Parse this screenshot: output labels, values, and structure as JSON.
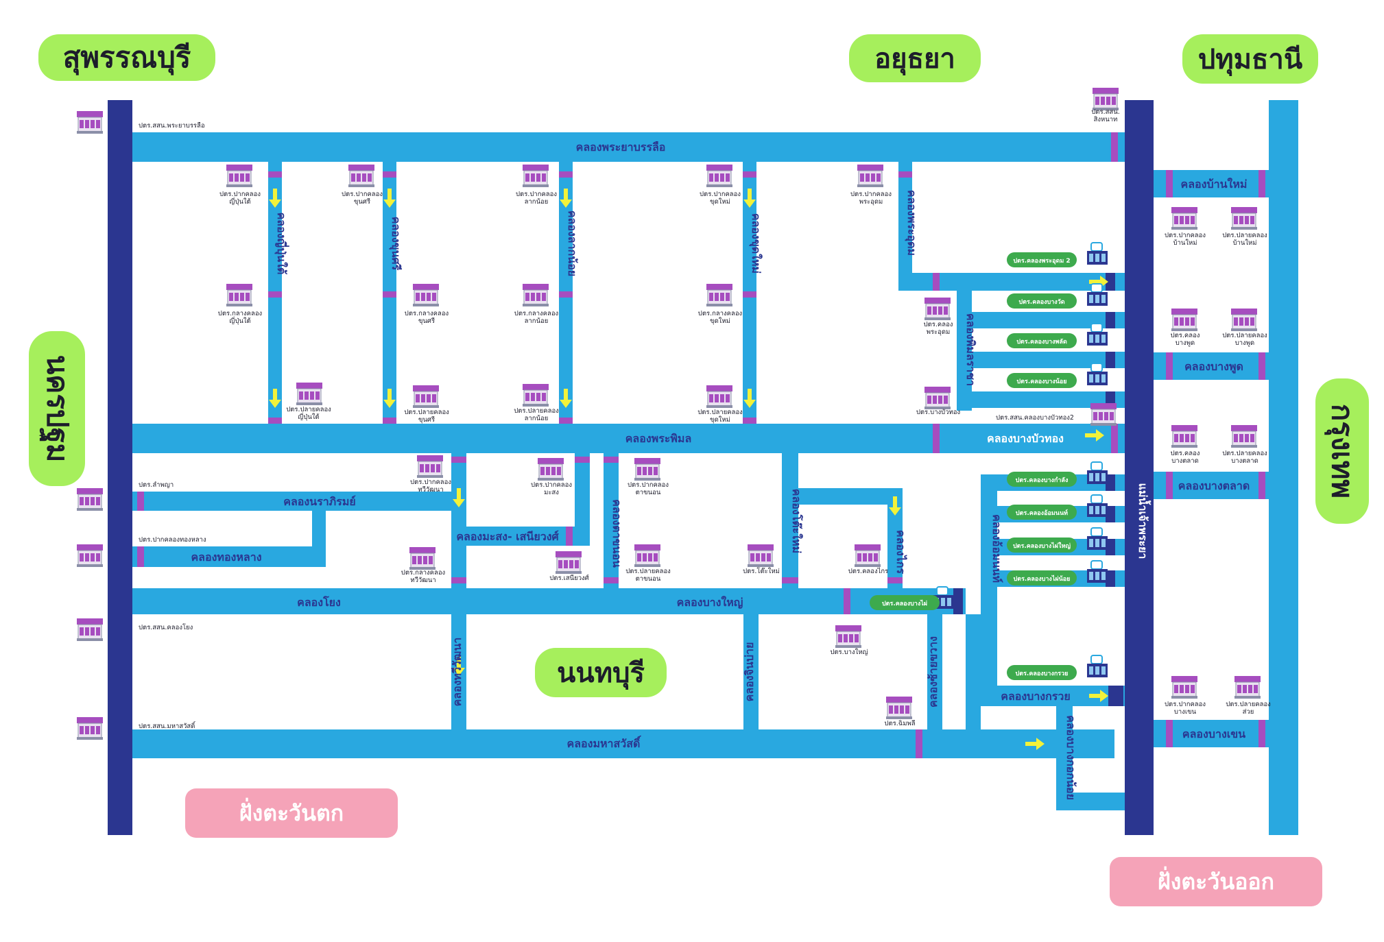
{
  "provinces": {
    "suphan": "สุพรรณบุรี",
    "ayutthaya": "อยุธยา",
    "pathum": "ปทุมธานี",
    "nakhonpathom": "นครปฐม",
    "bangkok": "กรุงเทพ",
    "nonthaburi": "นนทบุรี"
  },
  "sides": {
    "west": "ฝั่งตะวันตก",
    "east": "ฝั่งตะวันออก"
  },
  "rivers": {
    "chao_phraya": "แม่น้ำเจ้าพระยา"
  },
  "canals": {
    "phraya_banlue": "คลองพระยาบรรลือ",
    "phra_phimon": "คลองพระพิมล",
    "bang_bua_thong": "คลองบางบัวทอง",
    "narathirom": "คลองนราภิรมย์",
    "thong_lang": "คลองทองหลาง",
    "masong": "คลองมะสง- เสนียวงศ์",
    "yong": "คลองโยง",
    "bang_yai": "คลองบางใหญ่",
    "mahasawat": "คลองมหาสวัสดิ์",
    "yipun_tai": "คลองญี่ปุ่นใต้",
    "khun_si": "คลองขุนศรี",
    "lak_noi": "คลองลากน้อย",
    "chut_mai": "คลองขุดใหม่",
    "phra_udom": "คลองพระอุดม",
    "phimon_rachaa": "คลองพิมลราชา",
    "om_non": "คลองอ้อมนนท์",
    "tha_khanon": "คลองตาขนอน",
    "to_mai": "คลองโต๊ะใหม่",
    "thawiwatthana": "คลองทวีวัฒนา",
    "chin_bai": "คลองจินบ่าย",
    "sai_khwang": "คลองซ้ายขวาง",
    "bang_khrua": "คลองบางกรวย",
    "bang_kok_noi": "คลองบางกอกน้อย",
    "krai": "คลองไกร",
    "ban_mai": "คลองบ้านใหม่",
    "bang_phut": "คลองบางพูด",
    "bang_talat": "คลองบางตลาด",
    "bang_khen": "คลองบางเขน"
  },
  "stations": {
    "phraya_banlue": "ปตร.สสน.พระยาบรรลือ",
    "singhanat": "ปตร.สสน.\nสิงหนาท",
    "pak_yipun": "ปตร.ปากคลอง\nญี่ปุ่นใต้",
    "klang_yipun": "ปตร.กลางคลอง\nญี่ปุ่นใต้",
    "plai_yipun": "ปตร.ปลายคลอง\nญี่ปุ่นใต้",
    "pak_khunsi": "ปตร.ปากคลอง\nขุนศรี",
    "klang_khunsi": "ปตร.กลางคลอง\nขุนศรี",
    "plai_khunsi": "ปตร.ปลายคลอง\nขุนศรี",
    "pak_laknoi": "ปตร.ปากคลอง\nลากน้อย",
    "klang_laknoi": "ปตร.กลางคลอง\nลากน้อย",
    "plai_laknoi": "ปตร.ปลายคลอง\nลากน้อย",
    "pak_chutmai": "ปตร.ปากคลอง\nขุดใหม่",
    "klang_chutmai": "ปตร.กลางคลอง\nขุดใหม่",
    "plai_chutmai": "ปตร.ปลายคลอง\nขุดใหม่",
    "pak_phraudom": "ปตร.ปากคลอง\nพระอุดม",
    "khlong_phraudom": "ปตร.คลอง\nพระอุดม",
    "bang_bua_thong": "ปตร.บางบัวทอง",
    "bang_bua_thong2": "ปตร.สสน.คลองบางบัวทอง2",
    "lam_phaya": "ปตร.ลำพญา",
    "pak_thonglang": "ปตร.ปากคลองทองหลาง",
    "pak_thawi": "ปตร.ปากคลอง\nทวีวัฒนา",
    "klang_thawi": "ปตร.กลางคลอง\nทวีวัฒนา",
    "pak_masong": "ปตร.ปากคลอง\nมะสง",
    "saniwong": "ปตร.เสนียวงศ์",
    "pak_thakhanon": "ปตร.ปากคลอง\nตาขนอน",
    "plai_thakhanon": "ปตร.ปลายคลอง\nตาขนอน",
    "to_mai": "ปตร.โต๊ะใหม่",
    "khlong_krai": "ปตร.คลองไกร",
    "bang_yai": "ปตร.บางใหญ่",
    "khlong_yong": "ปตร.สสน.คลองโยง",
    "mahasawat": "ปตร.สสน.มหาสวัสดิ์",
    "chimphli": "ปตร.ฉิมพลี",
    "pak_banmai": "ปตร.ปากคลอง\nบ้านใหม่",
    "plai_banmai": "ปตร.ปลายคลอง\nบ้านใหม่",
    "khlong_bangphut": "ปตร.คลอง\nบางพูด",
    "plai_bangphut": "ปตร.ปลายคลอง\nบางพูด",
    "khlong_bangtalat": "ปตร.คลอง\nบางตลาด",
    "plai_bangtalat": "ปตร.ปลายคลอง\nบางตลาด",
    "pak_bangkhen": "ปตร.ปากคลอง\nบางเขน",
    "plai_bangkhen": "ปตร.ปลายคลอง\nส่วย"
  },
  "green_tags": {
    "phraudom2": "ปตร.คลองพระอุดม 2",
    "bang_wat": "ปตร.คลองบางวัด",
    "bang_phlat": "ปตร.คลองบางพลัด",
    "bang_noi": "ปตร.คลองบางน้อย",
    "bang_kham": "ปตร.คลองบางกำลัง",
    "om_non": "ปตร.คลองอ้อมนนท์",
    "bang_phai_yai": "ปตร.คลองบางไผ่ใหญ่",
    "bang_phai_noi": "ปตร.คลองบางไผ่น้อย",
    "bang_phai": "ปตร.คลองบางไผ่",
    "bang_khruai": "ปตร.คลองบางกรวย"
  },
  "colors": {
    "canal": "#29a8e0",
    "river": "#2b3690",
    "gate": "#a64dbf",
    "arrow": "#f2f23a",
    "province_pill": "#a6ef5c",
    "side_pill": "#f5a3b8",
    "green_tag": "#3daa4d"
  }
}
